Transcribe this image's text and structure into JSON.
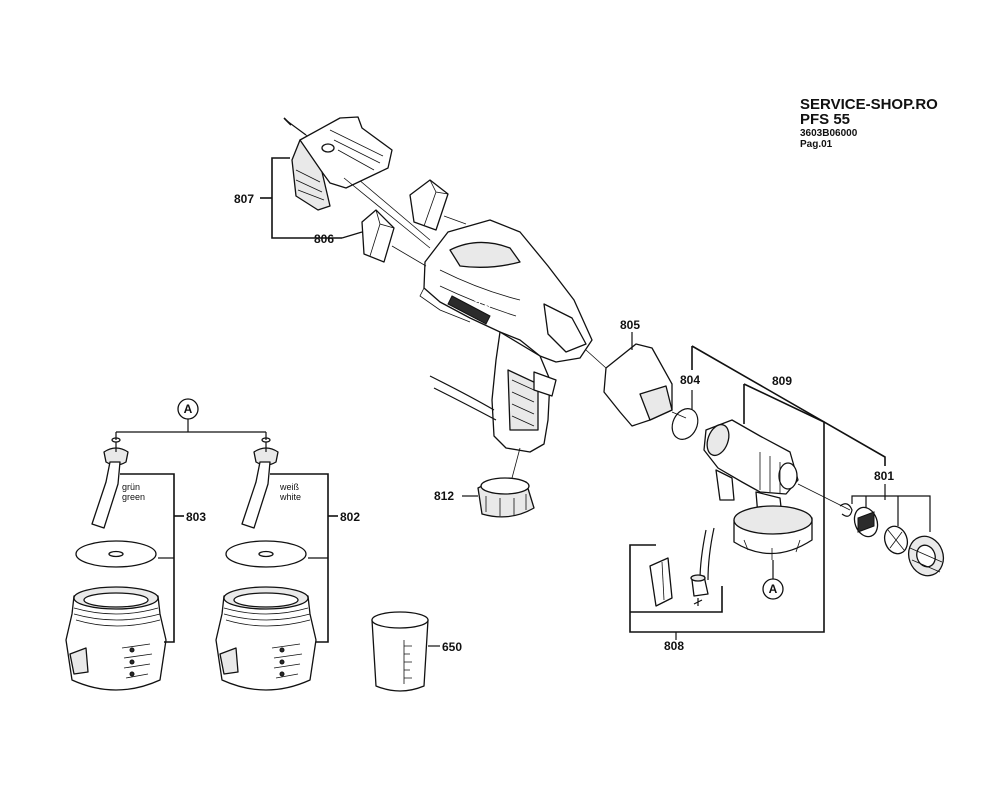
{
  "header": {
    "shop": "SERVICE-SHOP.RO",
    "model": "PFS 55",
    "part_number": "3603B06000",
    "page": "Pag.01"
  },
  "labels": {
    "p807": "807",
    "p806": "806",
    "p805": "805",
    "p804": "804",
    "p809": "809",
    "p801": "801",
    "p812": "812",
    "p808": "808",
    "p803": "803",
    "p802": "802",
    "p650": "650"
  },
  "markers": {
    "ref_top": "A",
    "ref_gun": "A"
  },
  "tube_labels": {
    "left_line1": "grün",
    "left_line2": "green",
    "right_line1": "weiß",
    "right_line2": "white"
  }
}
